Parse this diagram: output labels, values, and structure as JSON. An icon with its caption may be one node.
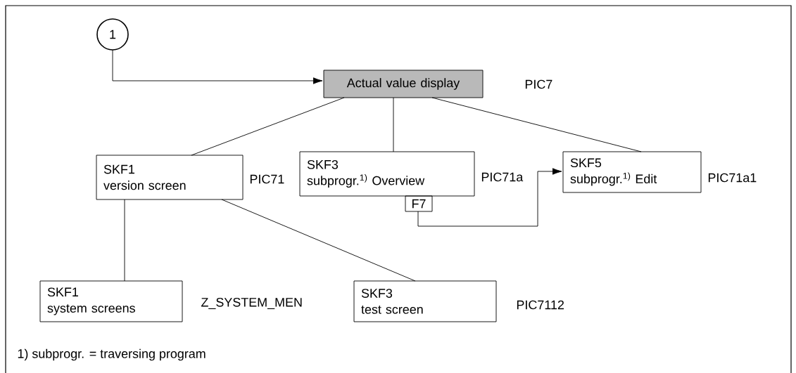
{
  "diagram": {
    "nodes": [
      {
        "text": [
          "1"
        ]
      },
      {
        "text": [
          "Actual value display"
        ],
        "beside": [
          "PIC7"
        ]
      },
      {
        "text": [
          "SKF1",
          "version screen"
        ],
        "beside": [
          "PIC71"
        ]
      },
      {
        "text": [
          "SKF3",
          "subprogr.$^{1)}$ Overview"
        ],
        "beside": [
          "PIC71a"
        ]
      },
      {
        "text": [
          "F7"
        ]
      },
      {
        "text": [
          "SKF5",
          "subprogr.$^{1)}$ Edit"
        ],
        "beside": [
          "PIC71a1"
        ]
      },
      {
        "text": [
          "SKF1",
          "system screens"
        ],
        "beside": [
          "Z_SYSTEM_MEN"
        ]
      },
      {
        "text": [
          "SKF3",
          "test screen"
        ],
        "beside": [
          "PIC7112"
        ]
      }
    ],
    "edges": [
      {
        "from": 0,
        "to": 1,
        "arrow": "to"
      },
      {
        "from": 1,
        "to": 2,
        "arrow": "none"
      },
      {
        "from": 1,
        "to": 3,
        "arrow": "none"
      },
      {
        "from": 1,
        "to": 5,
        "arrow": "none"
      },
      {
        "from": 4,
        "to": 5,
        "arrow": "to"
      },
      {
        "from": 2,
        "to": 6,
        "arrow": "none"
      },
      {
        "from": 2,
        "to": 7,
        "arrow": "none"
      }
    ],
    "labels": [
      "1)   subprogr. = traversing program"
    ]
  }
}
